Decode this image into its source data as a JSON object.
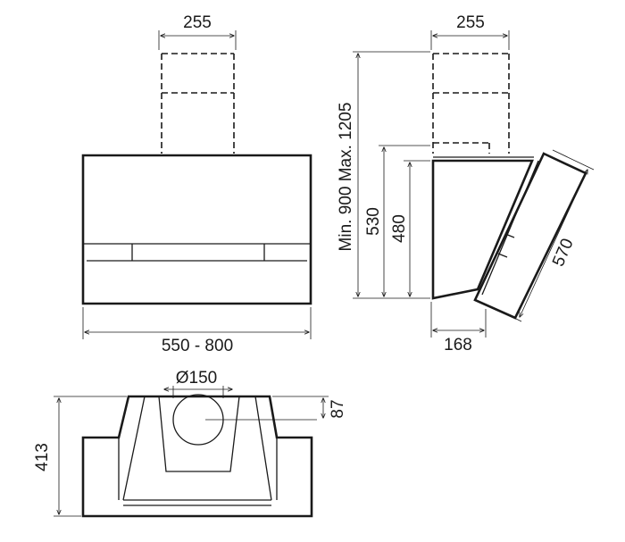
{
  "front_view": {
    "chimney_width": "255",
    "hood_width": "550 - 800"
  },
  "side_view": {
    "chimney_width": "255",
    "total_height": "Min. 900 Max. 1205",
    "height_530": "530",
    "height_480": "480",
    "panel_length": "570",
    "depth": "168"
  },
  "top_view": {
    "outlet_diameter": "Ø150",
    "outlet_offset": "87",
    "total_depth": "413"
  }
}
